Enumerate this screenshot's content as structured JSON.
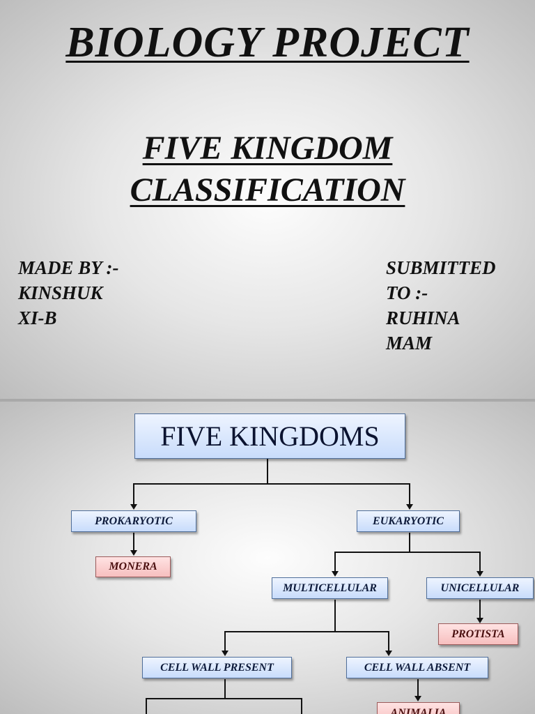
{
  "slide1": {
    "title": "BIOLOGY  PROJECT",
    "subtitle_line1": "FIVE  KINGDOM",
    "subtitle_line2": "CLASSIFICATION",
    "made_by": [
      "MADE BY :-",
      "KINSHUK",
      "XI-B"
    ],
    "submitted_to": [
      "SUBMITTED",
      "TO :-",
      "RUHINA",
      "MAM"
    ]
  },
  "slide2": {
    "root": "FIVE KINGDOMS",
    "prokaryotic": "PROKARYOTIC",
    "eukaryotic": "EUKARYOTIC",
    "monera": "MONERA",
    "multicellular": "MULTICELLULAR",
    "unicellular": "UNICELLULAR",
    "protista": "PROTISTA",
    "cell_wall_present": "CELL WALL PRESENT",
    "cell_wall_absent": "CELL WALL ABSENT",
    "animalia": "ANIMALIA"
  }
}
